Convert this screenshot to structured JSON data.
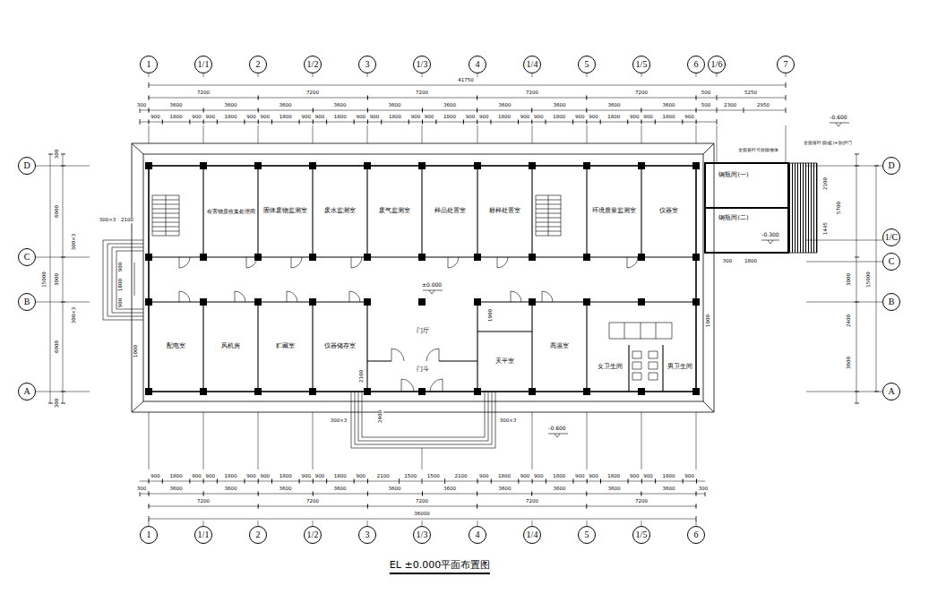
{
  "diagram": {
    "caption": "EL ±0.000平面布置图",
    "nodes": [
      {
        "text": [
          "有害物质收集处理间"
        ]
      },
      {
        "text": [
          "固体废物监测室"
        ]
      },
      {
        "text": [
          "废水监测室"
        ]
      },
      {
        "text": [
          "废气监测室"
        ]
      },
      {
        "text": [
          "样品处置室"
        ]
      },
      {
        "text": [
          "标样处置室"
        ]
      },
      {
        "text": [
          "环境质量监测室"
        ]
      },
      {
        "text": [
          "仪器室"
        ]
      },
      {
        "text": [
          "配电室"
        ]
      },
      {
        "text": [
          "风机房"
        ]
      },
      {
        "text": [
          "贮藏室"
        ]
      },
      {
        "text": [
          "仪器储存室"
        ]
      },
      {
        "text": [
          "门厅"
        ]
      },
      {
        "text": [
          "门斗"
        ]
      },
      {
        "text": [
          "天平室"
        ]
      },
      {
        "text": [
          "高温室"
        ]
      },
      {
        "text": [
          "女卫生间"
        ]
      },
      {
        "text": [
          "男卫生间"
        ]
      },
      {
        "text": [
          "钢瓶间(一)"
        ]
      },
      {
        "text": [
          "钢瓶间(二)"
        ]
      }
    ],
    "labels": [
      "1",
      "1/1",
      "2",
      "1/2",
      "3",
      "1/3",
      "4",
      "1/4",
      "5",
      "1/5",
      "6",
      "1/6",
      "7",
      "1",
      "1/1",
      "2",
      "1/2",
      "3",
      "1/3",
      "4",
      "1/4",
      "5",
      "1/5",
      "6",
      "D",
      "C",
      "B",
      "A",
      "D",
      "1/C",
      "C",
      "B",
      "A",
      "41750",
      "7200",
      "7200",
      "7200",
      "7200",
      "7200",
      "500",
      "5250",
      "300",
      "3600",
      "3600",
      "3600",
      "3600",
      "3600",
      "3600",
      "3600",
      "3600",
      "3600",
      "3600",
      "500",
      "2300",
      "2950",
      "900",
      "1800",
      "900",
      "900",
      "1800",
      "900",
      "900",
      "1800",
      "900",
      "900",
      "1800",
      "900",
      "900",
      "1800",
      "900",
      "900",
      "1800",
      "900",
      "900",
      "1800",
      "900",
      "900",
      "1800",
      "900",
      "900",
      "1800",
      "900",
      "900",
      "1800",
      "900",
      "300",
      "6000",
      "3000",
      "6000",
      "300",
      "15000",
      "5700",
      "3000",
      "2400",
      "3600",
      "15000",
      "2100",
      "1445",
      "1000",
      "1900",
      "2100",
      "2400",
      "1000",
      "300",
      "1800",
      "2100",
      "300×3",
      "300×3",
      "300×3",
      "900",
      "1800",
      "900",
      "300×3",
      "300×3",
      "±0.000",
      "-0.600",
      "-0.300",
      "-0.600",
      "全面百叶可拆除墙体",
      "全面百叶(防盗)+防护门",
      "900",
      "1800",
      "900",
      "900",
      "1800",
      "900",
      "900",
      "1800",
      "900",
      "900",
      "1800",
      "900",
      "2100",
      "1500",
      "1500",
      "2100",
      "900",
      "1800",
      "900",
      "900",
      "1800",
      "900",
      "900",
      "1800",
      "900",
      "900",
      "1800",
      "900",
      "300",
      "3600",
      "3600",
      "3600",
      "3600",
      "3600",
      "3600",
      "3600",
      "3600",
      "3600",
      "3600",
      "300",
      "7200",
      "7200",
      "7200",
      "7200",
      "7200",
      "36000"
    ]
  }
}
